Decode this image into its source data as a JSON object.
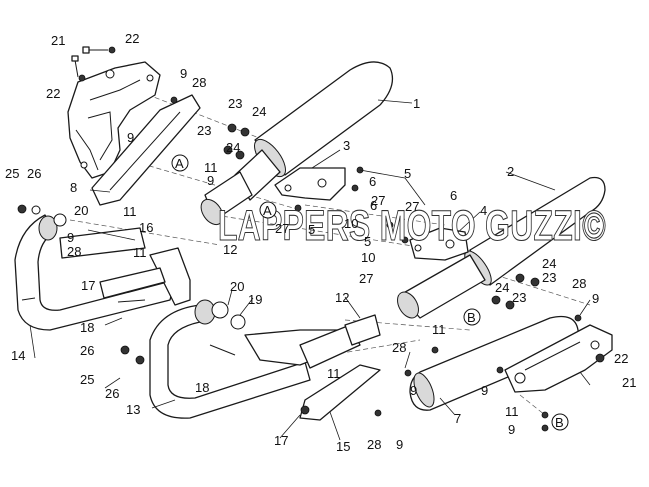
{
  "watermark": "LAPPERS MOTO GUZZI©",
  "labels": [
    {
      "id": "l1",
      "text": "21"
    },
    {
      "id": "l2",
      "text": "22"
    },
    {
      "id": "l3",
      "text": "22"
    },
    {
      "id": "l4",
      "text": "9"
    },
    {
      "id": "l5",
      "text": "28"
    },
    {
      "id": "l6",
      "text": "1"
    },
    {
      "id": "l7",
      "text": "23"
    },
    {
      "id": "l8",
      "text": "24"
    },
    {
      "id": "l9",
      "text": "9"
    },
    {
      "id": "l10",
      "text": "23"
    },
    {
      "id": "l11",
      "text": "24"
    },
    {
      "id": "l12",
      "text": "3"
    },
    {
      "id": "l13",
      "text": "11"
    },
    {
      "id": "l14",
      "text": "9"
    },
    {
      "id": "l15",
      "text": "25"
    },
    {
      "id": "l16",
      "text": "26"
    },
    {
      "id": "l17",
      "text": "8"
    },
    {
      "id": "l18",
      "text": "5"
    },
    {
      "id": "l19",
      "text": "6"
    },
    {
      "id": "l20",
      "text": "2"
    },
    {
      "id": "l21",
      "text": "6"
    },
    {
      "id": "l22",
      "text": "20"
    },
    {
      "id": "l23",
      "text": "11"
    },
    {
      "id": "l24",
      "text": "6"
    },
    {
      "id": "l25",
      "text": "27"
    },
    {
      "id": "l26",
      "text": "16"
    },
    {
      "id": "l27",
      "text": "9"
    },
    {
      "id": "l28",
      "text": "5"
    },
    {
      "id": "l29",
      "text": "10"
    },
    {
      "id": "l30",
      "text": "27"
    },
    {
      "id": "l31",
      "text": "4"
    },
    {
      "id": "l32",
      "text": "28"
    },
    {
      "id": "l33",
      "text": "11"
    },
    {
      "id": "l34",
      "text": "27"
    },
    {
      "id": "l35",
      "text": "12"
    },
    {
      "id": "l36",
      "text": "5"
    },
    {
      "id": "l37",
      "text": "10"
    },
    {
      "id": "l38",
      "text": "24"
    },
    {
      "id": "l39",
      "text": "27"
    },
    {
      "id": "l40",
      "text": "23"
    },
    {
      "id": "l41",
      "text": "17"
    },
    {
      "id": "l42",
      "text": "20"
    },
    {
      "id": "l43",
      "text": "24"
    },
    {
      "id": "l44",
      "text": "28"
    },
    {
      "id": "l45",
      "text": "19"
    },
    {
      "id": "l46",
      "text": "23"
    },
    {
      "id": "l47",
      "text": "12"
    },
    {
      "id": "l48",
      "text": "9"
    },
    {
      "id": "l49",
      "text": "18"
    },
    {
      "id": "l50",
      "text": "11"
    },
    {
      "id": "l51",
      "text": "26"
    },
    {
      "id": "l52",
      "text": "14"
    },
    {
      "id": "l53",
      "text": "25"
    },
    {
      "id": "l54",
      "text": "22"
    },
    {
      "id": "l55",
      "text": "28"
    },
    {
      "id": "l56",
      "text": "21"
    },
    {
      "id": "l57",
      "text": "26"
    },
    {
      "id": "l58",
      "text": "9"
    },
    {
      "id": "l59",
      "text": "18"
    },
    {
      "id": "l60",
      "text": "11"
    },
    {
      "id": "l61",
      "text": "9"
    },
    {
      "id": "l62",
      "text": "7"
    },
    {
      "id": "l63",
      "text": "13"
    },
    {
      "id": "l64",
      "text": "11"
    },
    {
      "id": "l65",
      "text": "17"
    },
    {
      "id": "l66",
      "text": "15"
    },
    {
      "id": "l67",
      "text": "28"
    },
    {
      "id": "l68",
      "text": "9"
    },
    {
      "id": "l69",
      "text": "9"
    }
  ],
  "markers": [
    {
      "id": "m1",
      "text": "A"
    },
    {
      "id": "m2",
      "text": "A"
    },
    {
      "id": "m3",
      "text": "B"
    },
    {
      "id": "m4",
      "text": "B"
    }
  ]
}
